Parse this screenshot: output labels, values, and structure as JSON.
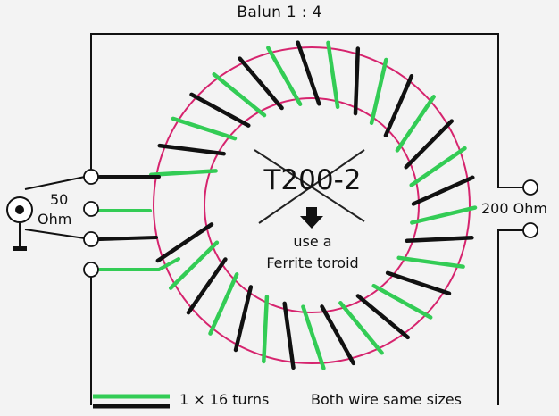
{
  "title": "Balun 1 : 4",
  "source": {
    "value_label": "50",
    "unit_label": "Ohm"
  },
  "load": {
    "label": "200 Ohm"
  },
  "core": {
    "part": "T200-2",
    "hint_line1": "use a",
    "hint_line2": "Ferrite toroid"
  },
  "legend": {
    "turns_label": "1 × 16 turns",
    "note": "Both wire same sizes"
  },
  "winding": {
    "turns_per_wire": 16,
    "wire_count": 2
  },
  "colors": {
    "background": "#f3f3f3",
    "core_ring": "#d6246e",
    "wire_green": "#33cc55",
    "wire_black": "#111111",
    "lines": "#111111",
    "cross": "#222222",
    "arrow": "#111111"
  },
  "icons": {
    "source": "coax-connector-icon",
    "ground": "ground-icon",
    "terminal": "terminal-circle-icon",
    "arrow": "arrow-down-icon"
  }
}
